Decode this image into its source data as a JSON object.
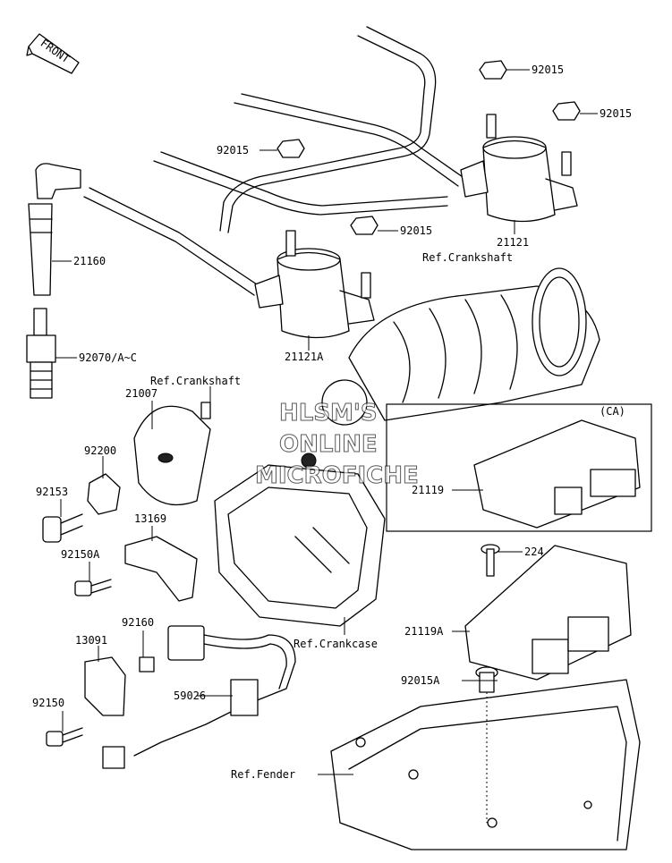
{
  "front_marker": "FRONT",
  "watermark": [
    "HLSM'S",
    "ONLINE",
    "MICROFICHE"
  ],
  "callouts": {
    "p92015_a": "92015",
    "p92015_b": "92015",
    "p92015_c": "92015",
    "p92015_d": "92015",
    "p21160": "21160",
    "p92070": "92070/A~C",
    "p21121": "21121",
    "p21121A": "21121A",
    "ref_crankshaft_1": "Ref.Crankshaft",
    "ref_crankshaft_2": "Ref.Crankshaft",
    "p21007": "21007",
    "p92200": "92200",
    "p92153": "92153",
    "p13169": "13169",
    "p92150A": "92150A",
    "ca_box": "(CA)",
    "p21119": "21119",
    "p224": "224",
    "p21119A": "21119A",
    "p92160": "92160",
    "p13091": "13091",
    "p59026": "59026",
    "ref_crankcase": "Ref.Crankcase",
    "p92015A": "92015A",
    "p92150": "92150",
    "ref_fender": "Ref.Fender"
  }
}
